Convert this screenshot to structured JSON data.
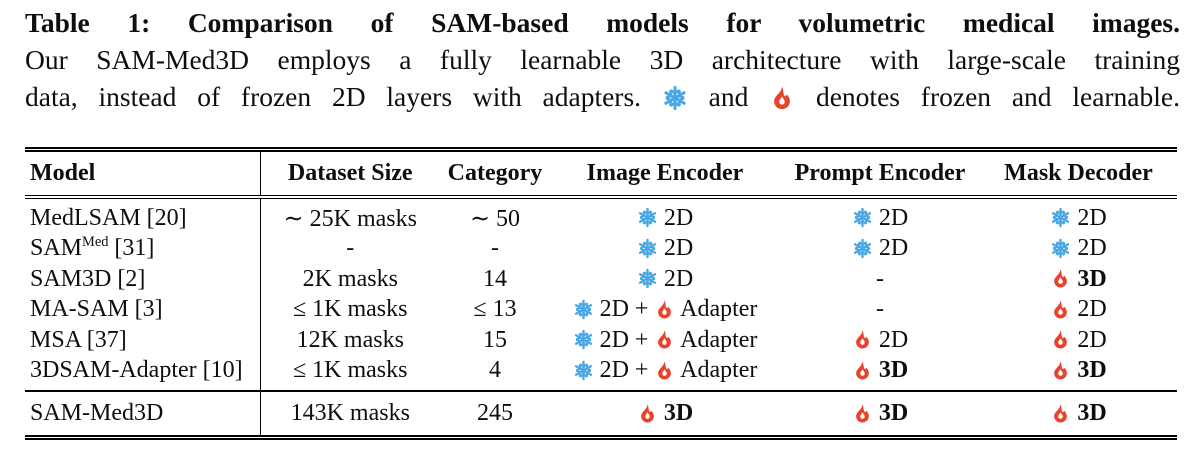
{
  "caption": {
    "title": "Table 1: Comparison of SAM-based models for volumetric medical images.",
    "line2": "Our SAM-Med3D employs a fully learnable 3D architecture with large-scale training",
    "line3": "data, instead of frozen 2D layers with adapters. {F} and {L} denotes frozen and learnable."
  },
  "colors": {
    "frozen_blue": "#4aa7e4",
    "learnable_red": "#e8432c",
    "text_black": "#0e0e0e"
  },
  "legend": {
    "frozen_icon": "snowflake-icon",
    "frozen_meaning": "frozen",
    "learnable_icon": "flame-icon",
    "learnable_meaning": "learnable"
  },
  "table": {
    "headers": [
      "Model",
      "Dataset Size",
      "Category",
      "Image Encoder",
      "Prompt Encoder",
      "Mask Decoder"
    ],
    "rows": [
      {
        "model_pre": "MedLSAM [20]",
        "model_sup": "",
        "model_post": "",
        "dataset": "∼ 25K masks",
        "category": "∼ 50",
        "image_encoder": "{F} 2D",
        "prompt_encoder": "{F} 2D",
        "mask_decoder": "{F} 2D"
      },
      {
        "model_pre": "SAM",
        "model_sup": "Med",
        "model_post": " [31]",
        "dataset": "-",
        "category": "-",
        "image_encoder": "{F} 2D",
        "prompt_encoder": "{F} 2D",
        "mask_decoder": "{F} 2D"
      },
      {
        "model_pre": "SAM3D [2]",
        "model_sup": "",
        "model_post": "",
        "dataset": "2K masks",
        "category": "14",
        "image_encoder": "{F} 2D",
        "prompt_encoder": "-",
        "mask_decoder": "{L} *3D*"
      },
      {
        "model_pre": "MA-SAM [3]",
        "model_sup": "",
        "model_post": "",
        "dataset": "≤ 1K masks",
        "category": "≤ 13",
        "image_encoder": "{F} 2D + {L} Adapter",
        "prompt_encoder": "-",
        "mask_decoder": "{L} 2D"
      },
      {
        "model_pre": "MSA [37]",
        "model_sup": "",
        "model_post": "",
        "dataset": "12K masks",
        "category": "15",
        "image_encoder": "{F} 2D + {L} Adapter",
        "prompt_encoder": "{L} 2D",
        "mask_decoder": "{L} 2D"
      },
      {
        "model_pre": "3DSAM-Adapter [10]",
        "model_sup": "",
        "model_post": "",
        "dataset": "≤ 1K masks",
        "category": "4",
        "image_encoder": "{F} 2D + {L} Adapter",
        "prompt_encoder": "{L} *3D*",
        "mask_decoder": "{L} *3D*"
      }
    ],
    "highlight_row": {
      "model_pre": "SAM-Med3D",
      "model_sup": "",
      "model_post": "",
      "dataset": "143K masks",
      "category": "245",
      "image_encoder": "{L} *3D*",
      "prompt_encoder": "{L} *3D*",
      "mask_decoder": "{L} *3D*"
    }
  }
}
